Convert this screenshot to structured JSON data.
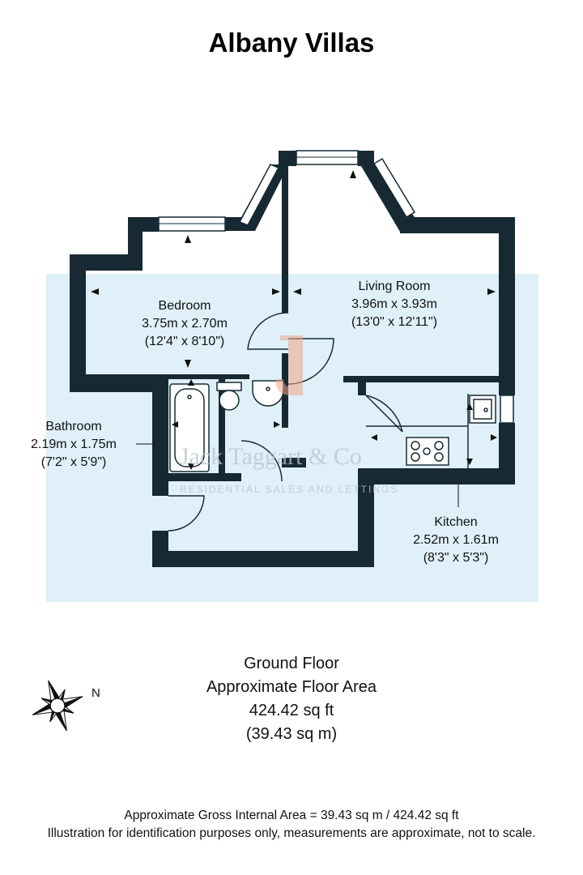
{
  "title": "Albany Villas",
  "rooms": {
    "bedroom": {
      "name": "Bedroom",
      "metric": "3.75m x 2.70m",
      "imperial": "(12'4\" x 8'10\")"
    },
    "living_room": {
      "name": "Living Room",
      "metric": "3.96m x 3.93m",
      "imperial": "(13'0\" x 12'11\")"
    },
    "bathroom": {
      "name": "Bathroom",
      "metric": "2.19m x 1.75m",
      "imperial": "(7'2\" x 5'9\")"
    },
    "kitchen": {
      "name": "Kitchen",
      "metric": "2.52m x 1.61m",
      "imperial": "(8'3\" x 5'3\")"
    }
  },
  "watermark": {
    "brand": "Jack Taggart & Co",
    "tagline": "RESIDENTIAL SALES AND LETTINGS"
  },
  "summary": {
    "floor": "Ground Floor",
    "area_label": "Approximate Floor Area",
    "area_sqft": "424.42 sq ft",
    "area_sqm": "(39.43 sq m)"
  },
  "compass": {
    "north_label": "N",
    "icon": "compass-rose-icon"
  },
  "footer": {
    "gross_area": "Approximate Gross Internal Area = 39.43 sq m / 424.42 sq ft",
    "disclaimer": "Illustration for identification purposes only, measurements are approximate, not to scale."
  },
  "colors": {
    "wall": "#172a33",
    "highlight": "#dff0f8",
    "watermark": "#b9c4cc"
  }
}
